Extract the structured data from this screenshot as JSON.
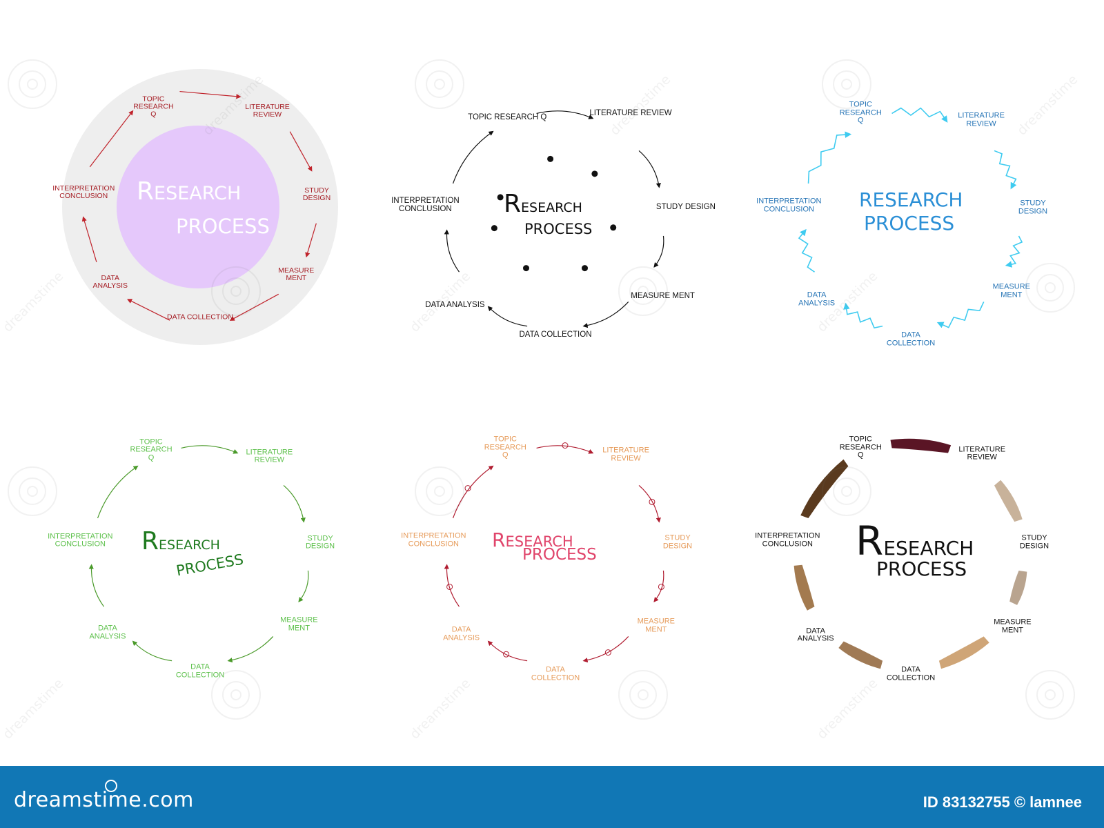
{
  "diagrams": [
    {
      "title": [
        "RESEARCH",
        "PROCESS"
      ],
      "title_color": "#ffffff",
      "label_color": "#a51d24",
      "arrow_color": "#c0232b",
      "ring_color": "#eeeeee",
      "center_color": "#e5c8fb",
      "style": "straight",
      "labels": [
        "TOPIC\nRESEARCH\nQ",
        "LITERATURE\nREVIEW",
        "STUDY\nDESIGN",
        "MEASURE\nMENT",
        "DATA COLLECTION",
        "DATA\nANALYSIS",
        "INTERPRETATION\nCONCLUSION"
      ]
    },
    {
      "title": [
        "RESEARCH",
        "PROCESS"
      ],
      "title_color": "#111111",
      "label_color": "#111111",
      "arrow_color": "#111111",
      "style": "curve-dots",
      "labels": [
        "TOPIC RESEARCH Q",
        "LITERATURE REVIEW",
        "STUDY DESIGN",
        "MEASURE MENT",
        "DATA COLLECTION",
        "DATA ANALYSIS",
        "INTERPRETATION\nCONCLUSION"
      ]
    },
    {
      "title": [
        "RESEARCH",
        "PROCESS"
      ],
      "title_color": "#2b8fd6",
      "label_color": "#2473b5",
      "arrow_color": "#3ecbf0",
      "style": "zigzag",
      "labels": [
        "TOPIC\nRESEARCH\nQ",
        "LITERATURE\nREVIEW",
        "STUDY\nDESIGN",
        "MEASURE\nMENT",
        "DATA\nCOLLECTION",
        "DATA\nANALYSIS",
        "INTERPRETATION\nCONCLUSION"
      ]
    },
    {
      "title": [
        "RESEARCH",
        "PROCESS"
      ],
      "title_color": "#1f7a1f",
      "label_color": "#5cc04a",
      "arrow_color": "#4a9a2a",
      "style": "curve",
      "labels": [
        "TOPIC\nRESEARCH\nQ",
        "LITERATURE\nREVIEW",
        "STUDY\nDESIGN",
        "MEASURE\nMENT",
        "DATA\nCOLLECTION",
        "DATA\nANALYSIS",
        "INTERPRETATION\nCONCLUSION"
      ]
    },
    {
      "title": [
        "RESEARCH",
        "PROCESS"
      ],
      "title_color": "#e0456b",
      "label_color": "#e69a58",
      "arrow_color": "#b01c30",
      "style": "loop",
      "labels": [
        "TOPIC\nRESEARCH\nQ",
        "LITERATURE\nREVIEW",
        "STUDY\nDESIGN",
        "MEASURE\nMENT",
        "DATA\nCOLLECTION",
        "DATA\nANALYSIS",
        "INTERPRETATION\nCONCLUSION"
      ]
    },
    {
      "title": [
        "RESEARCH",
        "PROCESS"
      ],
      "title_color": "#111111",
      "label_color": "#111111",
      "style": "brush",
      "brush_colors": [
        "#5a1525",
        "#c8b29a",
        "#b9a48f",
        "#cfa577",
        "#a07a55",
        "#a37a4f",
        "#5a3a1e"
      ],
      "labels": [
        "TOPIC\nRESEARCH\nQ",
        "LITERATURE\nREVIEW",
        "STUDY\nDESIGN",
        "MEASURE\nMENT",
        "DATA\nCOLLECTION",
        "DATA\nANALYSIS",
        "INTERPRETATION\nCONCLUSION"
      ]
    }
  ],
  "footer": {
    "logo": "dreamstime.com",
    "id_text": "ID 83132755 © lamnee"
  }
}
